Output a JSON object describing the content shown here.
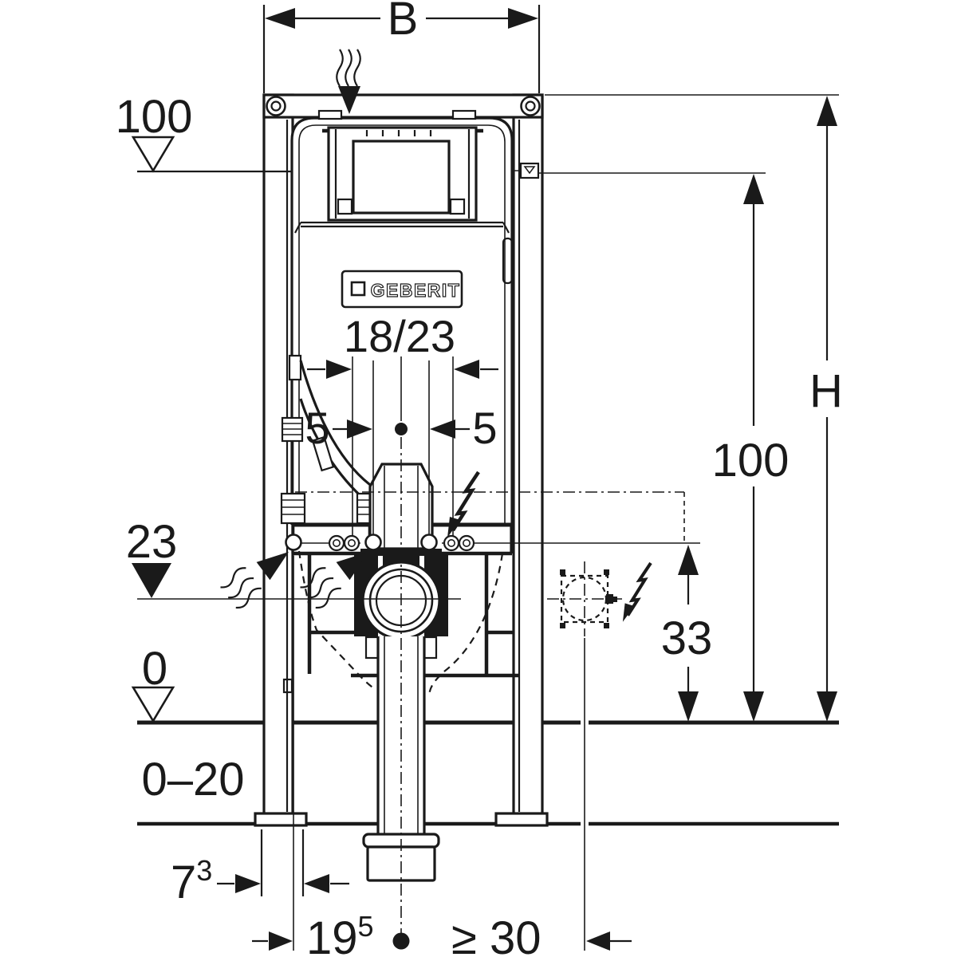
{
  "drawing": {
    "brand_logo": "GEBERIT",
    "labels": {
      "top_width": "B",
      "supply_level": "100",
      "flush_pipe_spacing": "18/23",
      "offset_left": "5",
      "offset_right": "5",
      "drain_center_level": "23",
      "zero_level": "0",
      "floor_buildup": "0–20",
      "foot_main": "7",
      "foot_sup": "3",
      "drain_offset_main": "19",
      "drain_offset_sup": "5",
      "elec_min_offset": "≥ 30",
      "connection_height": "33",
      "panel_height": "100",
      "element_height": "H"
    },
    "colors": {
      "line": "#1a1a1a",
      "background": "#ffffff"
    }
  }
}
